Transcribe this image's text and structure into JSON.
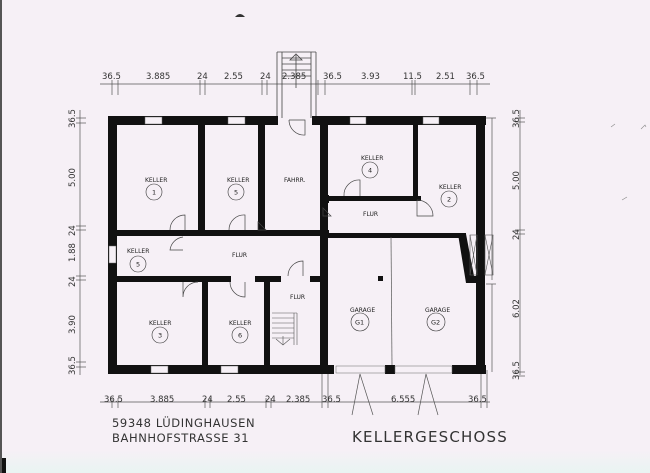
{
  "drawing": {
    "title": "KELLERGESCHOSS",
    "address_line1": "59348 LÜDINGHAUSEN",
    "address_line2": "BAHNHOFSTRASSE 31",
    "colors": {
      "background": "#f6f0f6",
      "wall": "#111111",
      "line": "#444444",
      "text": "#333333"
    }
  },
  "dimensions": {
    "top": [
      "36.5",
      "3.885",
      "24",
      "2.55",
      "24",
      "2.385",
      "36.5",
      "3.93",
      "11.5",
      "2.51",
      "36.5"
    ],
    "bottom": [
      "36.5",
      "3.885",
      "24",
      "2.55",
      "24",
      "2.385",
      "36.5",
      "6.555",
      "36.5"
    ],
    "left": [
      "36.5",
      "5.00",
      "24",
      "1.88",
      "24",
      "3.90",
      "36.5"
    ],
    "right": [
      "36.5",
      "5.00",
      "24",
      "6.02",
      "36.5"
    ]
  },
  "rooms": [
    {
      "name": "KELLER",
      "number": "1"
    },
    {
      "name": "KELLER",
      "number": "5"
    },
    {
      "name": "FAHRR."
    },
    {
      "name": "KELLER",
      "number": "4"
    },
    {
      "name": "FLUR"
    },
    {
      "name": "KELLER",
      "number": "2"
    },
    {
      "name": "KELLER",
      "number": "5"
    },
    {
      "name": "FLUR"
    },
    {
      "name": "KELLER",
      "number": "3"
    },
    {
      "name": "KELLER",
      "number": "6"
    },
    {
      "name": "FLUR"
    },
    {
      "name": "GARAGE",
      "number": "G1"
    },
    {
      "name": "GARAGE",
      "number": "G2"
    }
  ]
}
